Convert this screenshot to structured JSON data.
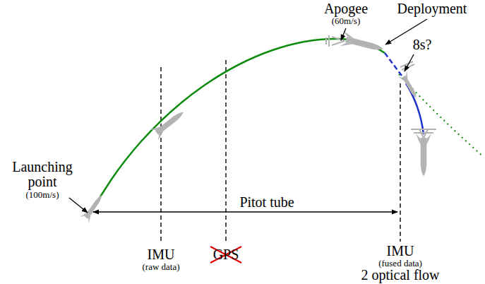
{
  "diagram": {
    "labels": [
      "Apogee",
      "(60m/s)",
      "Deployment",
      "8s?",
      "Launching point",
      "(100m/s)",
      "Pitot tube",
      "IMU",
      "(raw data)",
      "GPS",
      "IMU",
      "(fused data)",
      "2 optical flow"
    ]
  }
}
